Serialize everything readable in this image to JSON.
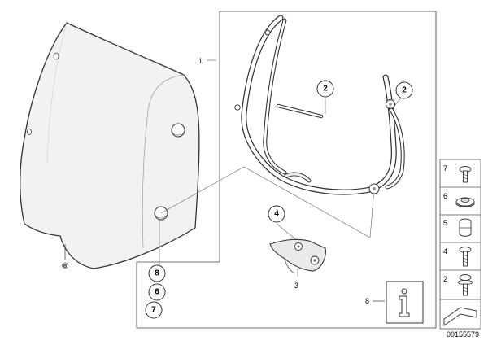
{
  "screen_label": "⑧",
  "callouts": {
    "frame_ref": "1",
    "bracket_ref": "3",
    "sticker_ref": "8",
    "bubble_2a": "2",
    "bubble_2b": "2",
    "bubble_4": "4",
    "bubble_8": "8",
    "bubble_6": "6",
    "bubble_7": "7"
  },
  "side_panel": {
    "items": [
      {
        "num": "7",
        "icon": "screw-icon"
      },
      {
        "num": "6",
        "icon": "grommet-icon"
      },
      {
        "num": "5",
        "icon": "rubber-mount-icon"
      },
      {
        "num": "4",
        "icon": "screw-icon"
      },
      {
        "num": "2",
        "icon": "screw-washer-icon"
      },
      {
        "num": "",
        "icon": "wedge-shim-icon"
      }
    ]
  },
  "info_icon_label": "i",
  "catalog_number": "00155579"
}
